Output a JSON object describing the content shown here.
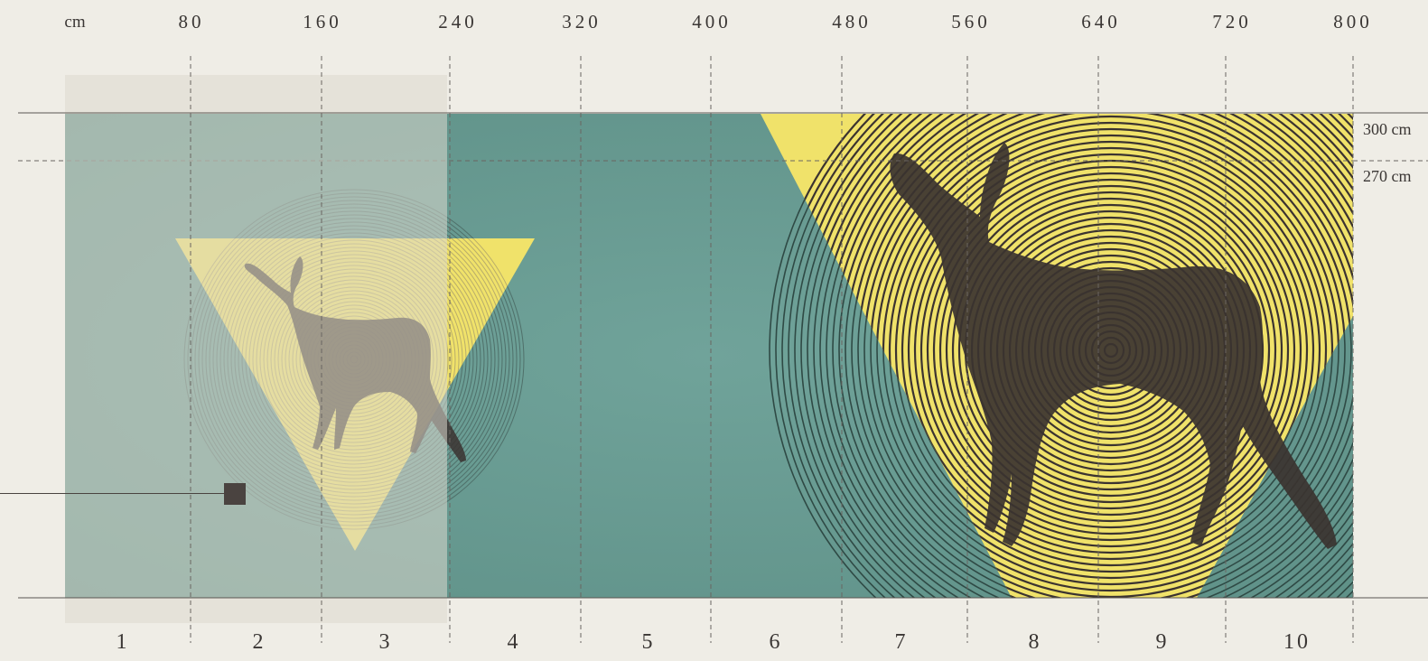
{
  "unit_label": "cm",
  "ruler_top": {
    "ticks": [
      "80",
      "160",
      "240",
      "320",
      "400",
      "480",
      "560",
      "640",
      "720",
      "800"
    ]
  },
  "heights": {
    "total": "300 cm",
    "standard": "270 cm"
  },
  "panels": {
    "numbers": [
      "1",
      "2",
      "3",
      "4",
      "5",
      "6",
      "7",
      "8",
      "9",
      "10"
    ]
  },
  "selection": {
    "panels_selected": "1–3"
  },
  "colors": {
    "background": "#efede6",
    "teal": "#6a9d94",
    "yellow": "#f0e26a",
    "dark": "#3b3330",
    "selection_overlay": "#ddd8ce"
  },
  "icons": {
    "handle": "resize-handle-square-icon"
  }
}
